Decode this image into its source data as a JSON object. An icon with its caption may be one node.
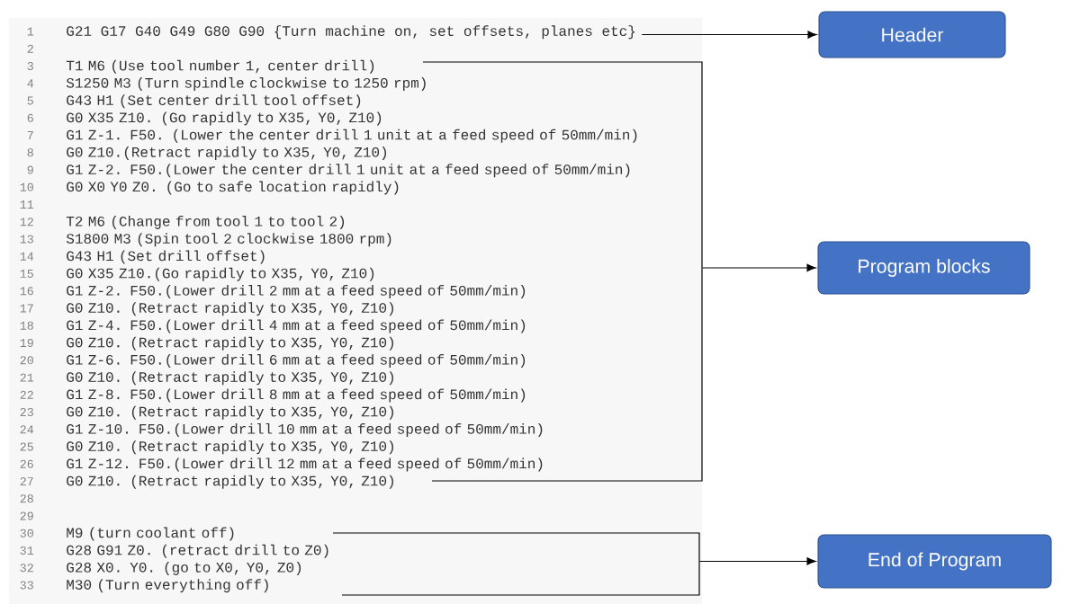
{
  "diagram": {
    "nodes": [
      {
        "text": [
          "G21 G17 G40 G49 G80 G90 {Turn machine on, set offsets, planes etc}"
        ]
      },
      {
        "text": [
          "T1 M6 (Use tool number 1, center drill)",
          "S1250 M3 (Turn spindle clockwise to 1250 rpm)",
          "G43 H1 (Set center drill tool offset)",
          "G0 X35 Z10. (Go rapidly to X35, Y0, Z10)",
          "G1 Z-1. F50. (Lower the center drill 1 unit at a feed speed of 50mm/min)",
          "G0 Z10.(Retract rapidly to X35, Y0, Z10)",
          "G1 Z-2. F50.(Lower the center drill 1 unit at a feed speed of 50mm/min)",
          "G0 X0 Y0 Z0. (Go to safe location rapidly)",
          "T2 M6 (Change from tool 1 to tool 2)",
          "S1800 M3 (Spin tool 2 clockwise 1800 rpm)",
          "G43 H1 (Set drill offset)",
          "G0 X35 Z10.(Go rapidly to X35, Y0, Z10)",
          "G1 Z-2. F50.(Lower drill 2 mm at a feed speed of 50mm/min)",
          "G0 Z10. (Retract rapidly to X35, Y0, Z10)",
          "G1 Z-4. F50.(Lower drill 4 mm at a feed speed of 50mm/min)",
          "G0 Z10. (Retract rapidly to X35, Y0, Z10)",
          "G1 Z-6. F50.(Lower drill 6 mm at a feed speed of 50mm/min)",
          "G0 Z10. (Retract rapidly to X35, Y0, Z10)",
          "G1 Z-8. F50.(Lower drill 8 mm at a feed speed of 50mm/min)",
          "G0 Z10. (Retract rapidly to X35, Y0, Z10)",
          "G1 Z-10. F50.(Lower drill 10 mm at a feed speed of 50mm/min)",
          "G0 Z10. (Retract rapidly to X35, Y0, Z10)",
          "G1 Z-12. F50.(Lower drill 12 mm at a feed speed of 50mm/min)",
          "G0 Z10. (Retract rapidly to X35, Y0, Z10)"
        ]
      },
      {
        "text": [
          "M9 (turn coolant off)",
          "G28 G91 Z0. (retract drill to Z0)",
          "G28 X0. Y0. (go to X0, Y0, Z0)",
          "M30 (Turn everything off)"
        ]
      },
      {
        "text": [
          "Header"
        ]
      },
      {
        "text": [
          "Program blocks"
        ]
      },
      {
        "text": [
          "End of Program"
        ]
      }
    ],
    "edges": [
      {
        "from": 0,
        "to": 3,
        "arrow": "to"
      },
      {
        "from": 1,
        "to": 4,
        "arrow": "to"
      },
      {
        "from": 2,
        "to": 5,
        "arrow": "to"
      }
    ],
    "labels": [
      "1",
      "2",
      "3",
      "4",
      "5",
      "6",
      "7",
      "8",
      "9",
      "10",
      "11",
      "12",
      "13",
      "14",
      "15",
      "16",
      "17",
      "18",
      "19",
      "20",
      "21",
      "22",
      "23",
      "24",
      "25",
      "26",
      "27",
      "28",
      "29",
      "30",
      "31",
      "32",
      "33"
    ]
  }
}
